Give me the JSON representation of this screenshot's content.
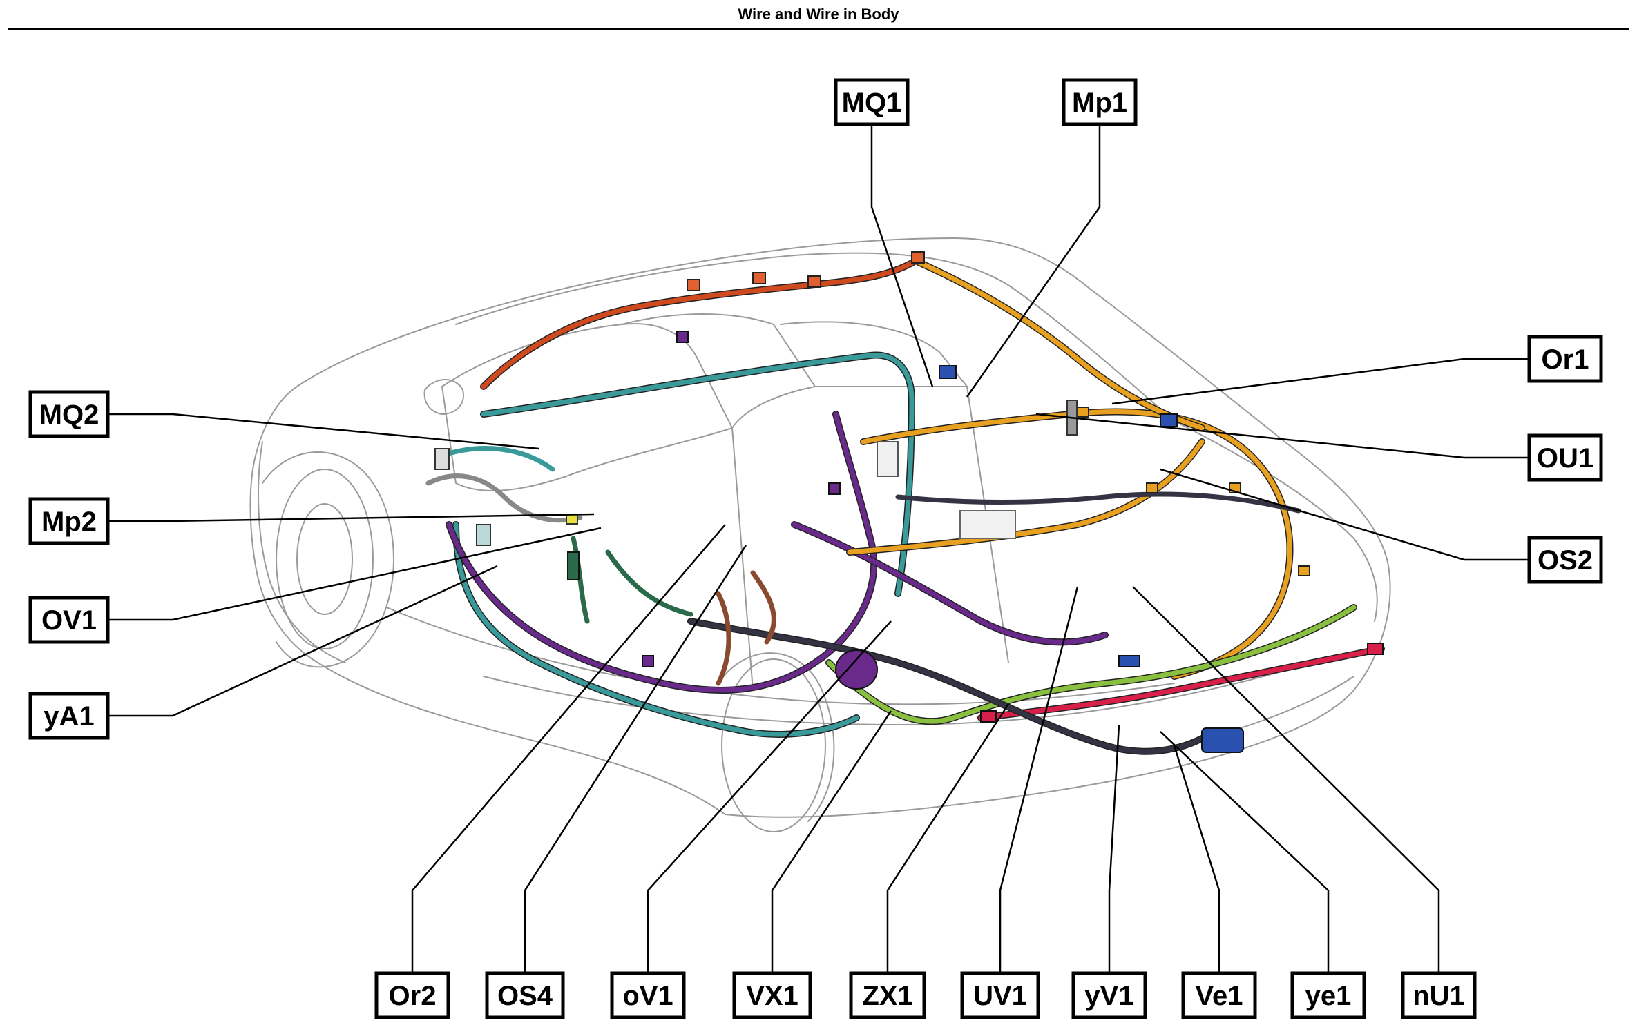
{
  "title": "Wire and Wire in Body",
  "colors": {
    "orange": "#e8a020",
    "purple": "#6a2a8c",
    "teal": "#3a9a9a",
    "green": "#8ac040",
    "red": "#d8204a",
    "blue": "#2a50b0",
    "dark": "#333344",
    "redorange": "#d04a20",
    "brown": "#8a4a30"
  },
  "callouts": [
    {
      "id": "MQ1",
      "label": "MQ1"
    },
    {
      "id": "Mp1",
      "label": "Mp1"
    },
    {
      "id": "Or1",
      "label": "Or1"
    },
    {
      "id": "OU1",
      "label": "OU1"
    },
    {
      "id": "OS2",
      "label": "OS2"
    },
    {
      "id": "MQ2",
      "label": "MQ2"
    },
    {
      "id": "Mp2",
      "label": "Mp2"
    },
    {
      "id": "OV1",
      "label": "OV1"
    },
    {
      "id": "yA1",
      "label": "yA1"
    },
    {
      "id": "Or2",
      "label": "Or2"
    },
    {
      "id": "OS4",
      "label": "OS4"
    },
    {
      "id": "oV1",
      "label": "oV1"
    },
    {
      "id": "VX1",
      "label": "VX1"
    },
    {
      "id": "ZX1",
      "label": "ZX1"
    },
    {
      "id": "UV1",
      "label": "UV1"
    },
    {
      "id": "yV1",
      "label": "yV1"
    },
    {
      "id": "Ve1",
      "label": "Ve1"
    },
    {
      "id": "ye1",
      "label": "ye1"
    },
    {
      "id": "nU1",
      "label": "nU1"
    }
  ]
}
